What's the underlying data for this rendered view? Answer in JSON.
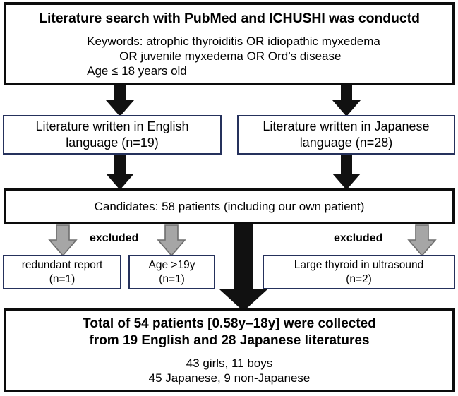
{
  "figure": {
    "type": "flowchart",
    "title": "Literature search flow diagram (PRISMA-style)",
    "colors": {
      "thick_border": "#0c0c0c",
      "thin_border": "#25315c",
      "black_arrow": "#111111",
      "grey_arrow_fill": "#a6a6a6",
      "grey_arrow_stroke": "#6e6e6e",
      "background": "#ffffff"
    }
  },
  "nodes": {
    "search": {
      "name": "search-box",
      "heading": "Literature search with PubMed and ICHUSHI was conductd",
      "lines": [
        "Keywords: atrophic thyroiditis OR idiopathic myxedema",
        "OR juvenile myxedema OR Ord’s disease",
        "Age ≤ 18 years old"
      ]
    },
    "english": {
      "name": "english-literature-box",
      "lines": [
        "Literature written in English",
        "language (n=19)"
      ],
      "count": 19,
      "language": "English"
    },
    "japanese": {
      "name": "japanese-literature-box",
      "lines": [
        "Literature written in Japanese",
        "language (n=28)"
      ],
      "count": 28,
      "language": "Japanese"
    },
    "candidates": {
      "name": "candidates-box",
      "lines": [
        "Candidates: 58 patients (including our own patient)"
      ],
      "count": 58
    },
    "excluded_left_label": "excluded",
    "excluded_right_label": "excluded",
    "exclusion_redundant": {
      "name": "excluded-redundant-report-box",
      "lines": [
        "redundant report",
        "(n=1)"
      ],
      "count": 1
    },
    "exclusion_age": {
      "name": "excluded-age-box",
      "lines": [
        "Age >19y",
        "(n=1)"
      ],
      "count": 1
    },
    "exclusion_thyroid": {
      "name": "excluded-large-thyroid-box",
      "lines": [
        "Large thyroid in ultrasound",
        "(n=2)"
      ],
      "count": 2
    },
    "final": {
      "name": "final-results-box",
      "bold_lines": [
        "Total of 54 patients [0.58y–18y] were collected",
        "from 19 English and 28 Japanese literatures"
      ],
      "plain_lines": [
        "43 girls, 11 boys",
        "45 Japanese, 9 non-Japanese"
      ],
      "totals": {
        "patients": 54,
        "age_range": "0.58y-18y",
        "english_literatures": 19,
        "japanese_literatures": 28,
        "girls": 43,
        "boys": 11,
        "japanese_patients": 45,
        "non_japanese_patients": 9
      }
    }
  },
  "arrows": {
    "search_to_english": "black-down-arrow",
    "search_to_japanese": "black-down-arrow",
    "english_to_candidates": "black-down-arrow",
    "japanese_to_candidates": "black-down-arrow",
    "candidates_to_redundant": "grey-down-arrow",
    "candidates_to_age": "grey-down-arrow",
    "candidates_to_thyroid": "grey-down-arrow",
    "candidates_to_final": "black-down-arrow-large"
  }
}
